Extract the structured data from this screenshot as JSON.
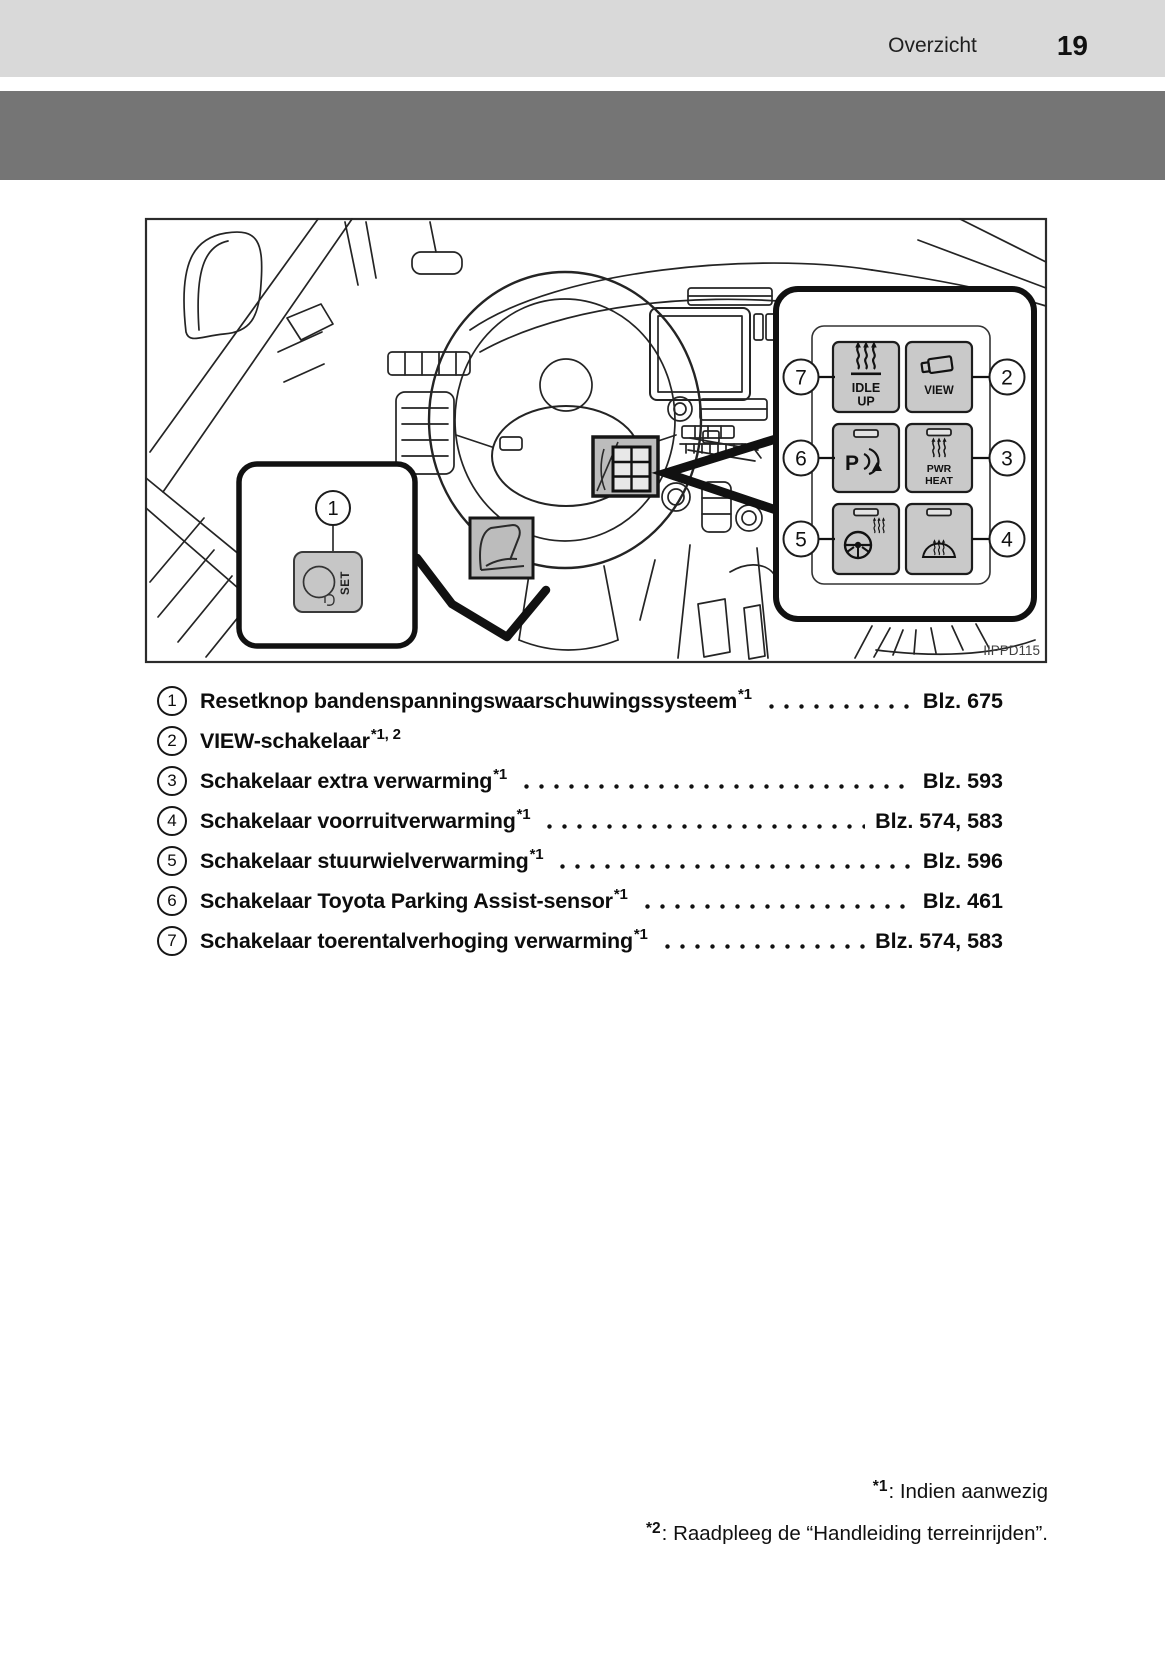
{
  "header": {
    "section": "Overzicht",
    "page": "19"
  },
  "figure": {
    "code": "IIPPD115",
    "callouts": [
      "1",
      "2",
      "3",
      "4",
      "5",
      "6",
      "7"
    ],
    "buttons": {
      "idle_up": [
        "IDLE",
        "UP"
      ],
      "view": "VIEW",
      "parking": "P",
      "pwr_heat": [
        "PWR",
        "HEAT"
      ],
      "set": "SET"
    }
  },
  "legend": [
    {
      "num": "1",
      "label": "Resetknop bandenspanningswaarschuwingssysteem",
      "sup": "*1",
      "ref": "Blz. 675"
    },
    {
      "num": "2",
      "label": "VIEW-schakelaar",
      "sup": "*1, 2",
      "ref": ""
    },
    {
      "num": "3",
      "label": "Schakelaar extra verwarming",
      "sup": "*1",
      "ref": "Blz. 593"
    },
    {
      "num": "4",
      "label": "Schakelaar voorruitverwarming",
      "sup": "*1",
      "ref": "Blz. 574, 583"
    },
    {
      "num": "5",
      "label": "Schakelaar stuurwielverwarming",
      "sup": "*1",
      "ref": "Blz. 596"
    },
    {
      "num": "6",
      "label": "Schakelaar Toyota Parking Assist-sensor",
      "sup": "*1",
      "ref": "Blz. 461"
    },
    {
      "num": "7",
      "label": "Schakelaar toerentalverhoging verwarming",
      "sup": "*1",
      "ref": "Blz. 574, 583"
    }
  ],
  "footnotes": [
    {
      "marker": "*1",
      "text": ": Indien aanwezig"
    },
    {
      "marker": "*2",
      "text": ": Raadpleeg de “Handleiding terreinrijden”."
    }
  ]
}
